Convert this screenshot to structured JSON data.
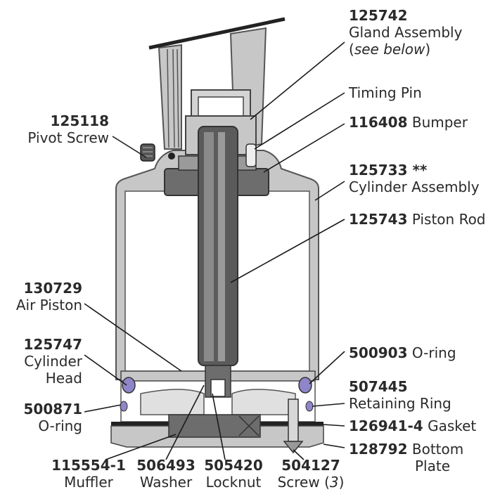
{
  "colors": {
    "body_gray": "#c7c7c7",
    "body_outline": "#555555",
    "dark_part": "#6d6d6d",
    "rod_dark": "#5b5b5b",
    "rod_light": "#9a9a9a",
    "oring_purple": "#8e86c9",
    "leader": "#1a1a1a"
  },
  "callouts": {
    "gland": {
      "part": "125742",
      "name": "Gland Assembly",
      "note_pre": "(",
      "note_italic": "see below",
      "note_post": ")"
    },
    "timing_pin": {
      "name": "Timing Pin"
    },
    "bumper": {
      "part": "116408",
      "name": "Bumper"
    },
    "cylinder_assembly": {
      "part": "125733 **",
      "name": "Cylinder Assembly"
    },
    "piston_rod": {
      "part": "125743",
      "name": "Piston Rod"
    },
    "oring_upper": {
      "part": "500903",
      "name": "O-ring"
    },
    "retaining_ring": {
      "part": "507445",
      "name": "Retaining Ring"
    },
    "gasket": {
      "part": "126941-4",
      "name": "Gasket"
    },
    "bottom_plate": {
      "part": "128792",
      "name_line1": "Bottom",
      "name_line2": "Plate"
    },
    "pivot_screw": {
      "part": "125118",
      "name": "Pivot Screw"
    },
    "air_piston": {
      "part": "130729",
      "name": "Air Piston"
    },
    "cylinder_head": {
      "part": "125747",
      "name_line1": "Cylinder",
      "name_line2": "Head"
    },
    "oring_lower": {
      "part": "500871",
      "name": "O-ring"
    },
    "muffler": {
      "part": "115554-1",
      "name": "Muffler"
    },
    "washer": {
      "part": "506493",
      "name": "Washer"
    },
    "locknut": {
      "part": "505420",
      "name": "Locknut"
    },
    "screw": {
      "part": "504127",
      "name_pre": "Screw (",
      "name_italic": "3",
      "name_post": ")"
    }
  }
}
